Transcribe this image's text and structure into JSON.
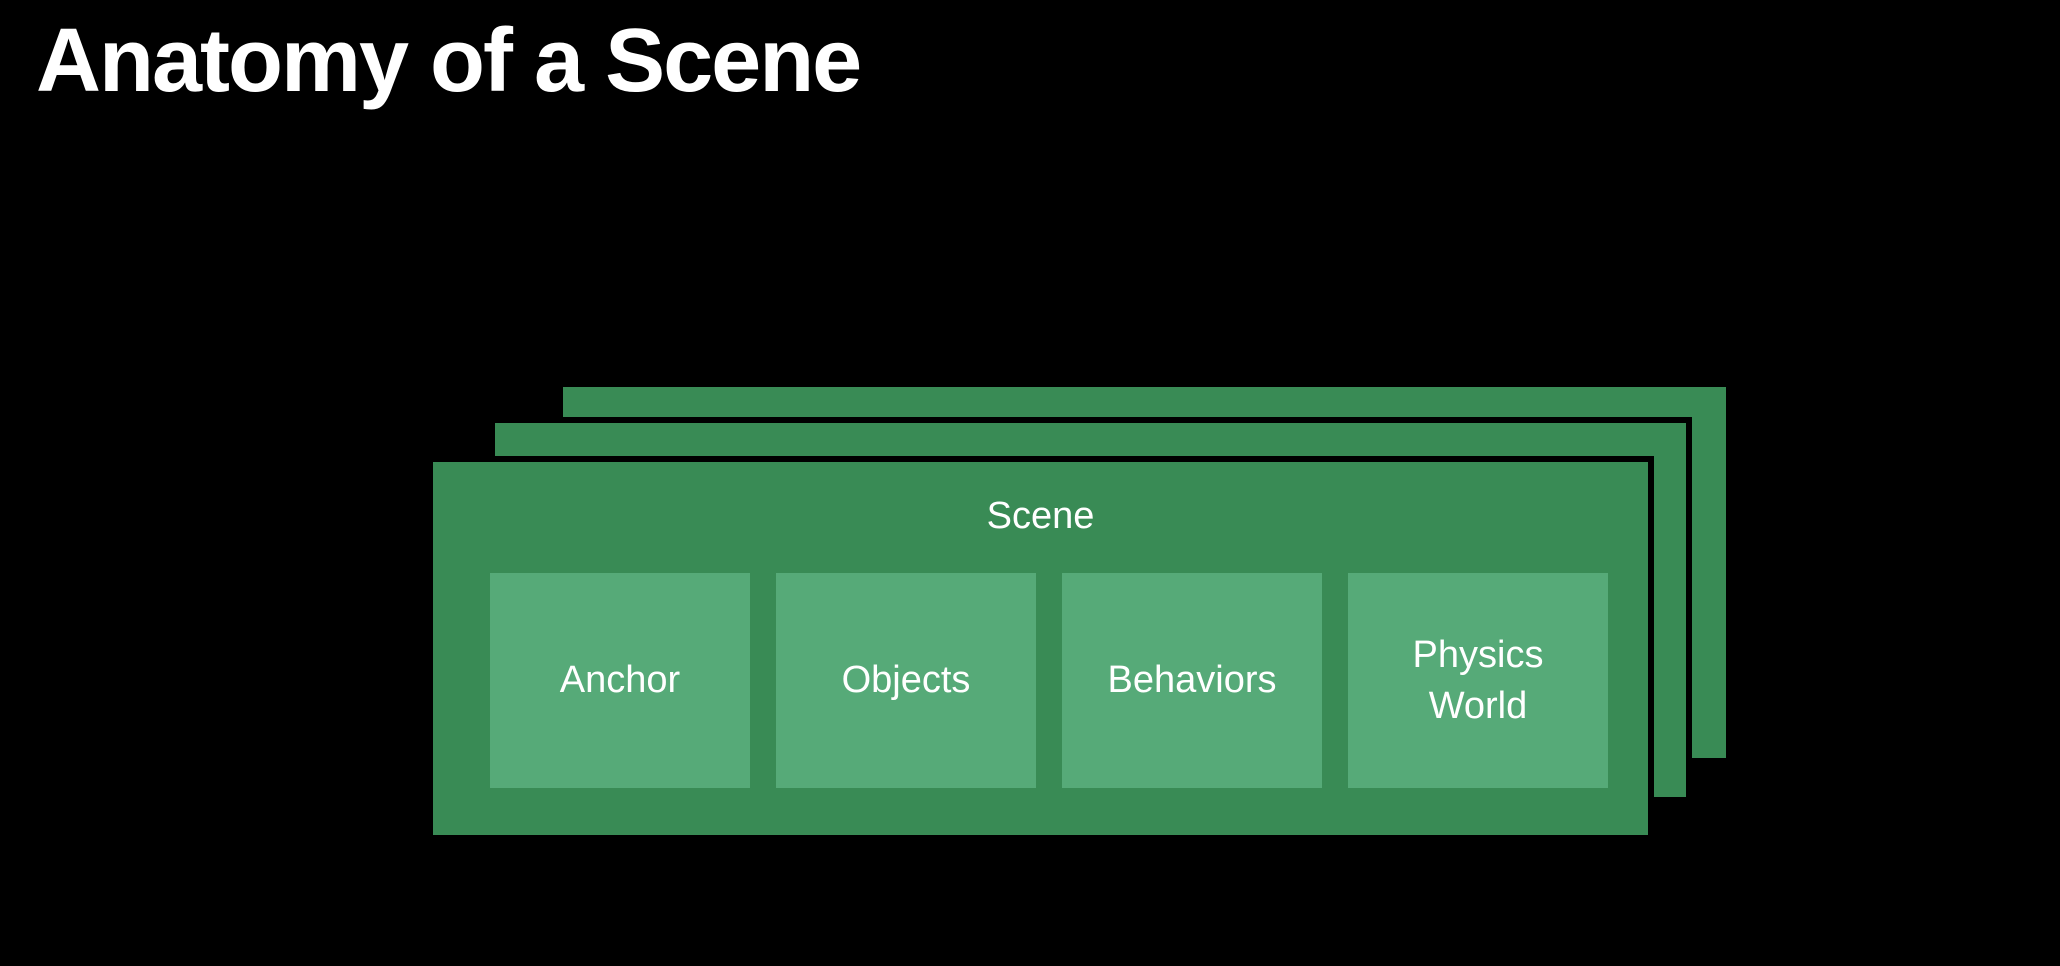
{
  "slide": {
    "title": "Anatomy of a Scene",
    "background": "#000000"
  },
  "diagram": {
    "scene": {
      "label": "Scene",
      "stack_depth": 3,
      "children": [
        {
          "label": "Anchor"
        },
        {
          "label": "Objects"
        },
        {
          "label": "Behaviors"
        },
        {
          "label": "Physics World"
        }
      ]
    },
    "colors": {
      "layer": "#398B55",
      "child_box": "#56AA78",
      "text": "#FFFFFF",
      "separator": "#000000"
    }
  }
}
